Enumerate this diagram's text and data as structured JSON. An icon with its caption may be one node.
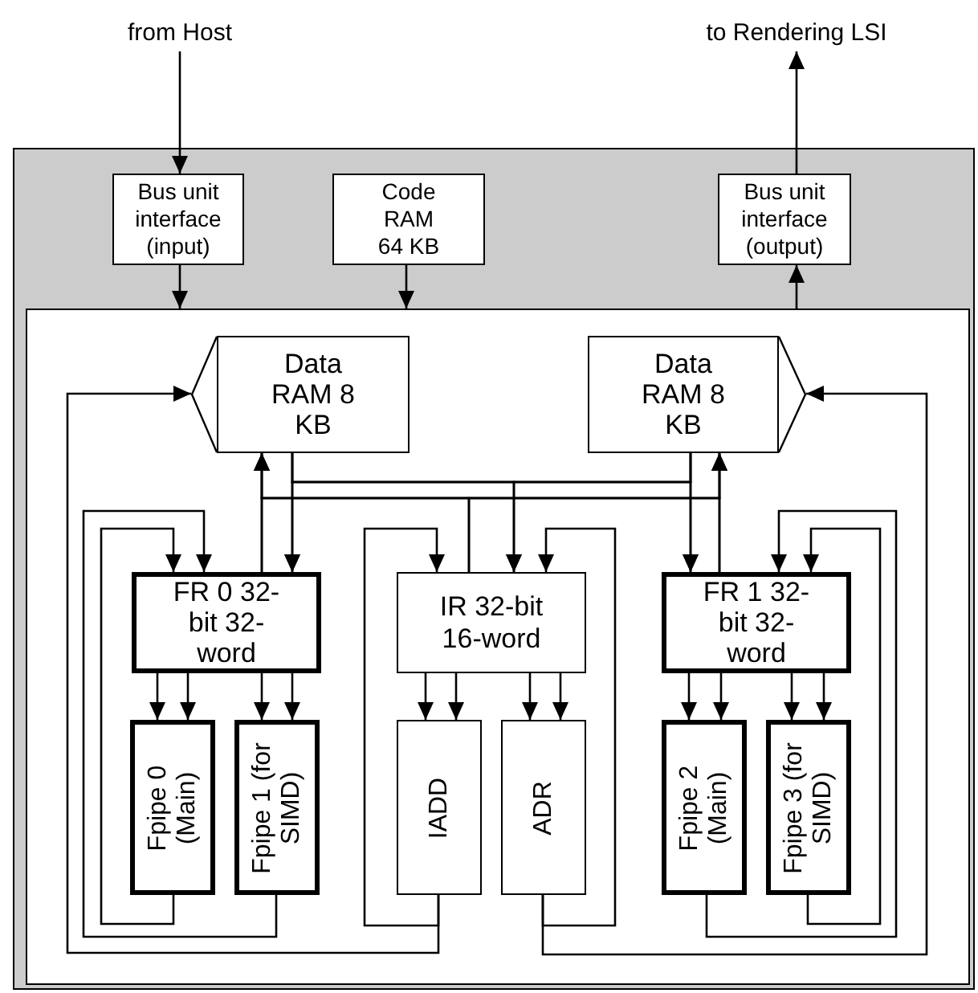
{
  "diagram": {
    "nodes": [
      {
        "text": [],
        "shape": "box"
      },
      {
        "text": [],
        "shape": "box",
        "in": 0
      },
      {
        "text": [
          "from Host"
        ]
      },
      {
        "text": [
          "to Rendering LSI"
        ]
      },
      {
        "text": [
          "Bus unit interface (input)"
        ],
        "in": 0
      },
      {
        "text": [
          "Code RAM 64 KB"
        ],
        "in": 0
      },
      {
        "text": [
          "Bus unit interface (output)"
        ],
        "in": 0
      },
      {
        "text": [
          "Data RAM 8 KB"
        ],
        "in": 1
      },
      {
        "text": [],
        "shape": "triangle",
        "in": 1
      },
      {
        "text": [
          "Data RAM 8 KB"
        ],
        "in": 1
      },
      {
        "text": [],
        "shape": "triangle",
        "in": 1
      },
      {
        "text": [
          "FR 0 32-bit 32-word"
        ],
        "in": 1
      },
      {
        "text": [
          "IR 32-bit 16-word"
        ],
        "in": 1
      },
      {
        "text": [
          "FR 1 32-bit 32-word"
        ],
        "in": 1
      },
      {
        "text": [
          "Fpipe 0 (Main)"
        ],
        "in": 1
      },
      {
        "text": [
          "Fpipe 1 (for SIMD)"
        ],
        "in": 1
      },
      {
        "text": [
          "IADD"
        ],
        "in": 1
      },
      {
        "text": [
          "ADR"
        ],
        "in": 1
      },
      {
        "text": [
          "Fpipe 2 (Main)"
        ],
        "in": 1
      },
      {
        "text": [
          "Fpipe 3 (for SIMD)"
        ],
        "in": 1
      }
    ],
    "edges": [
      {
        "from": 2,
        "to": 4,
        "arrow": "to"
      },
      {
        "from": 6,
        "to": 3,
        "arrow": "to"
      },
      {
        "from": 4,
        "to": 1,
        "arrow": "to"
      },
      {
        "from": 5,
        "to": 1,
        "arrow": "to"
      },
      {
        "from": 1,
        "to": 6,
        "arrow": "to"
      },
      {
        "from": 7,
        "to": 11,
        "arrow": "to"
      },
      {
        "from": 11,
        "to": 7,
        "arrow": "to"
      },
      {
        "from": 9,
        "to": 13,
        "arrow": "to"
      },
      {
        "from": 13,
        "to": 9,
        "arrow": "to"
      },
      {
        "from": 7,
        "to": 12,
        "arrow": "to"
      },
      {
        "from": 9,
        "to": 12,
        "arrow": "to"
      },
      {
        "from": 7,
        "to": 13,
        "arrow": "to"
      },
      {
        "from": 9,
        "to": 11,
        "arrow": "to"
      },
      {
        "from": 12,
        "to": 7,
        "arrow": "to"
      },
      {
        "from": 12,
        "to": 9,
        "arrow": "to"
      },
      {
        "from": 11,
        "to": 9,
        "arrow": "to"
      },
      {
        "from": 13,
        "to": 7,
        "arrow": "to"
      },
      {
        "from": 11,
        "to": 14,
        "arrow": "to"
      },
      {
        "from": 11,
        "to": 14,
        "arrow": "to"
      },
      {
        "from": 11,
        "to": 15,
        "arrow": "to"
      },
      {
        "from": 11,
        "to": 15,
        "arrow": "to"
      },
      {
        "from": 12,
        "to": 16,
        "arrow": "to"
      },
      {
        "from": 12,
        "to": 16,
        "arrow": "to"
      },
      {
        "from": 12,
        "to": 17,
        "arrow": "to"
      },
      {
        "from": 12,
        "to": 17,
        "arrow": "to"
      },
      {
        "from": 13,
        "to": 18,
        "arrow": "to"
      },
      {
        "from": 13,
        "to": 18,
        "arrow": "to"
      },
      {
        "from": 13,
        "to": 19,
        "arrow": "to"
      },
      {
        "from": 13,
        "to": 19,
        "arrow": "to"
      },
      {
        "from": 14,
        "to": 11,
        "arrow": "to"
      },
      {
        "from": 15,
        "to": 11,
        "arrow": "to"
      },
      {
        "from": 16,
        "to": 12,
        "arrow": "to"
      },
      {
        "from": 16,
        "to": 8,
        "arrow": "to"
      },
      {
        "from": 17,
        "to": 12,
        "arrow": "to"
      },
      {
        "from": 17,
        "to": 10,
        "arrow": "to"
      },
      {
        "from": 18,
        "to": 13,
        "arrow": "to"
      },
      {
        "from": 19,
        "to": 13,
        "arrow": "to"
      }
    ]
  }
}
